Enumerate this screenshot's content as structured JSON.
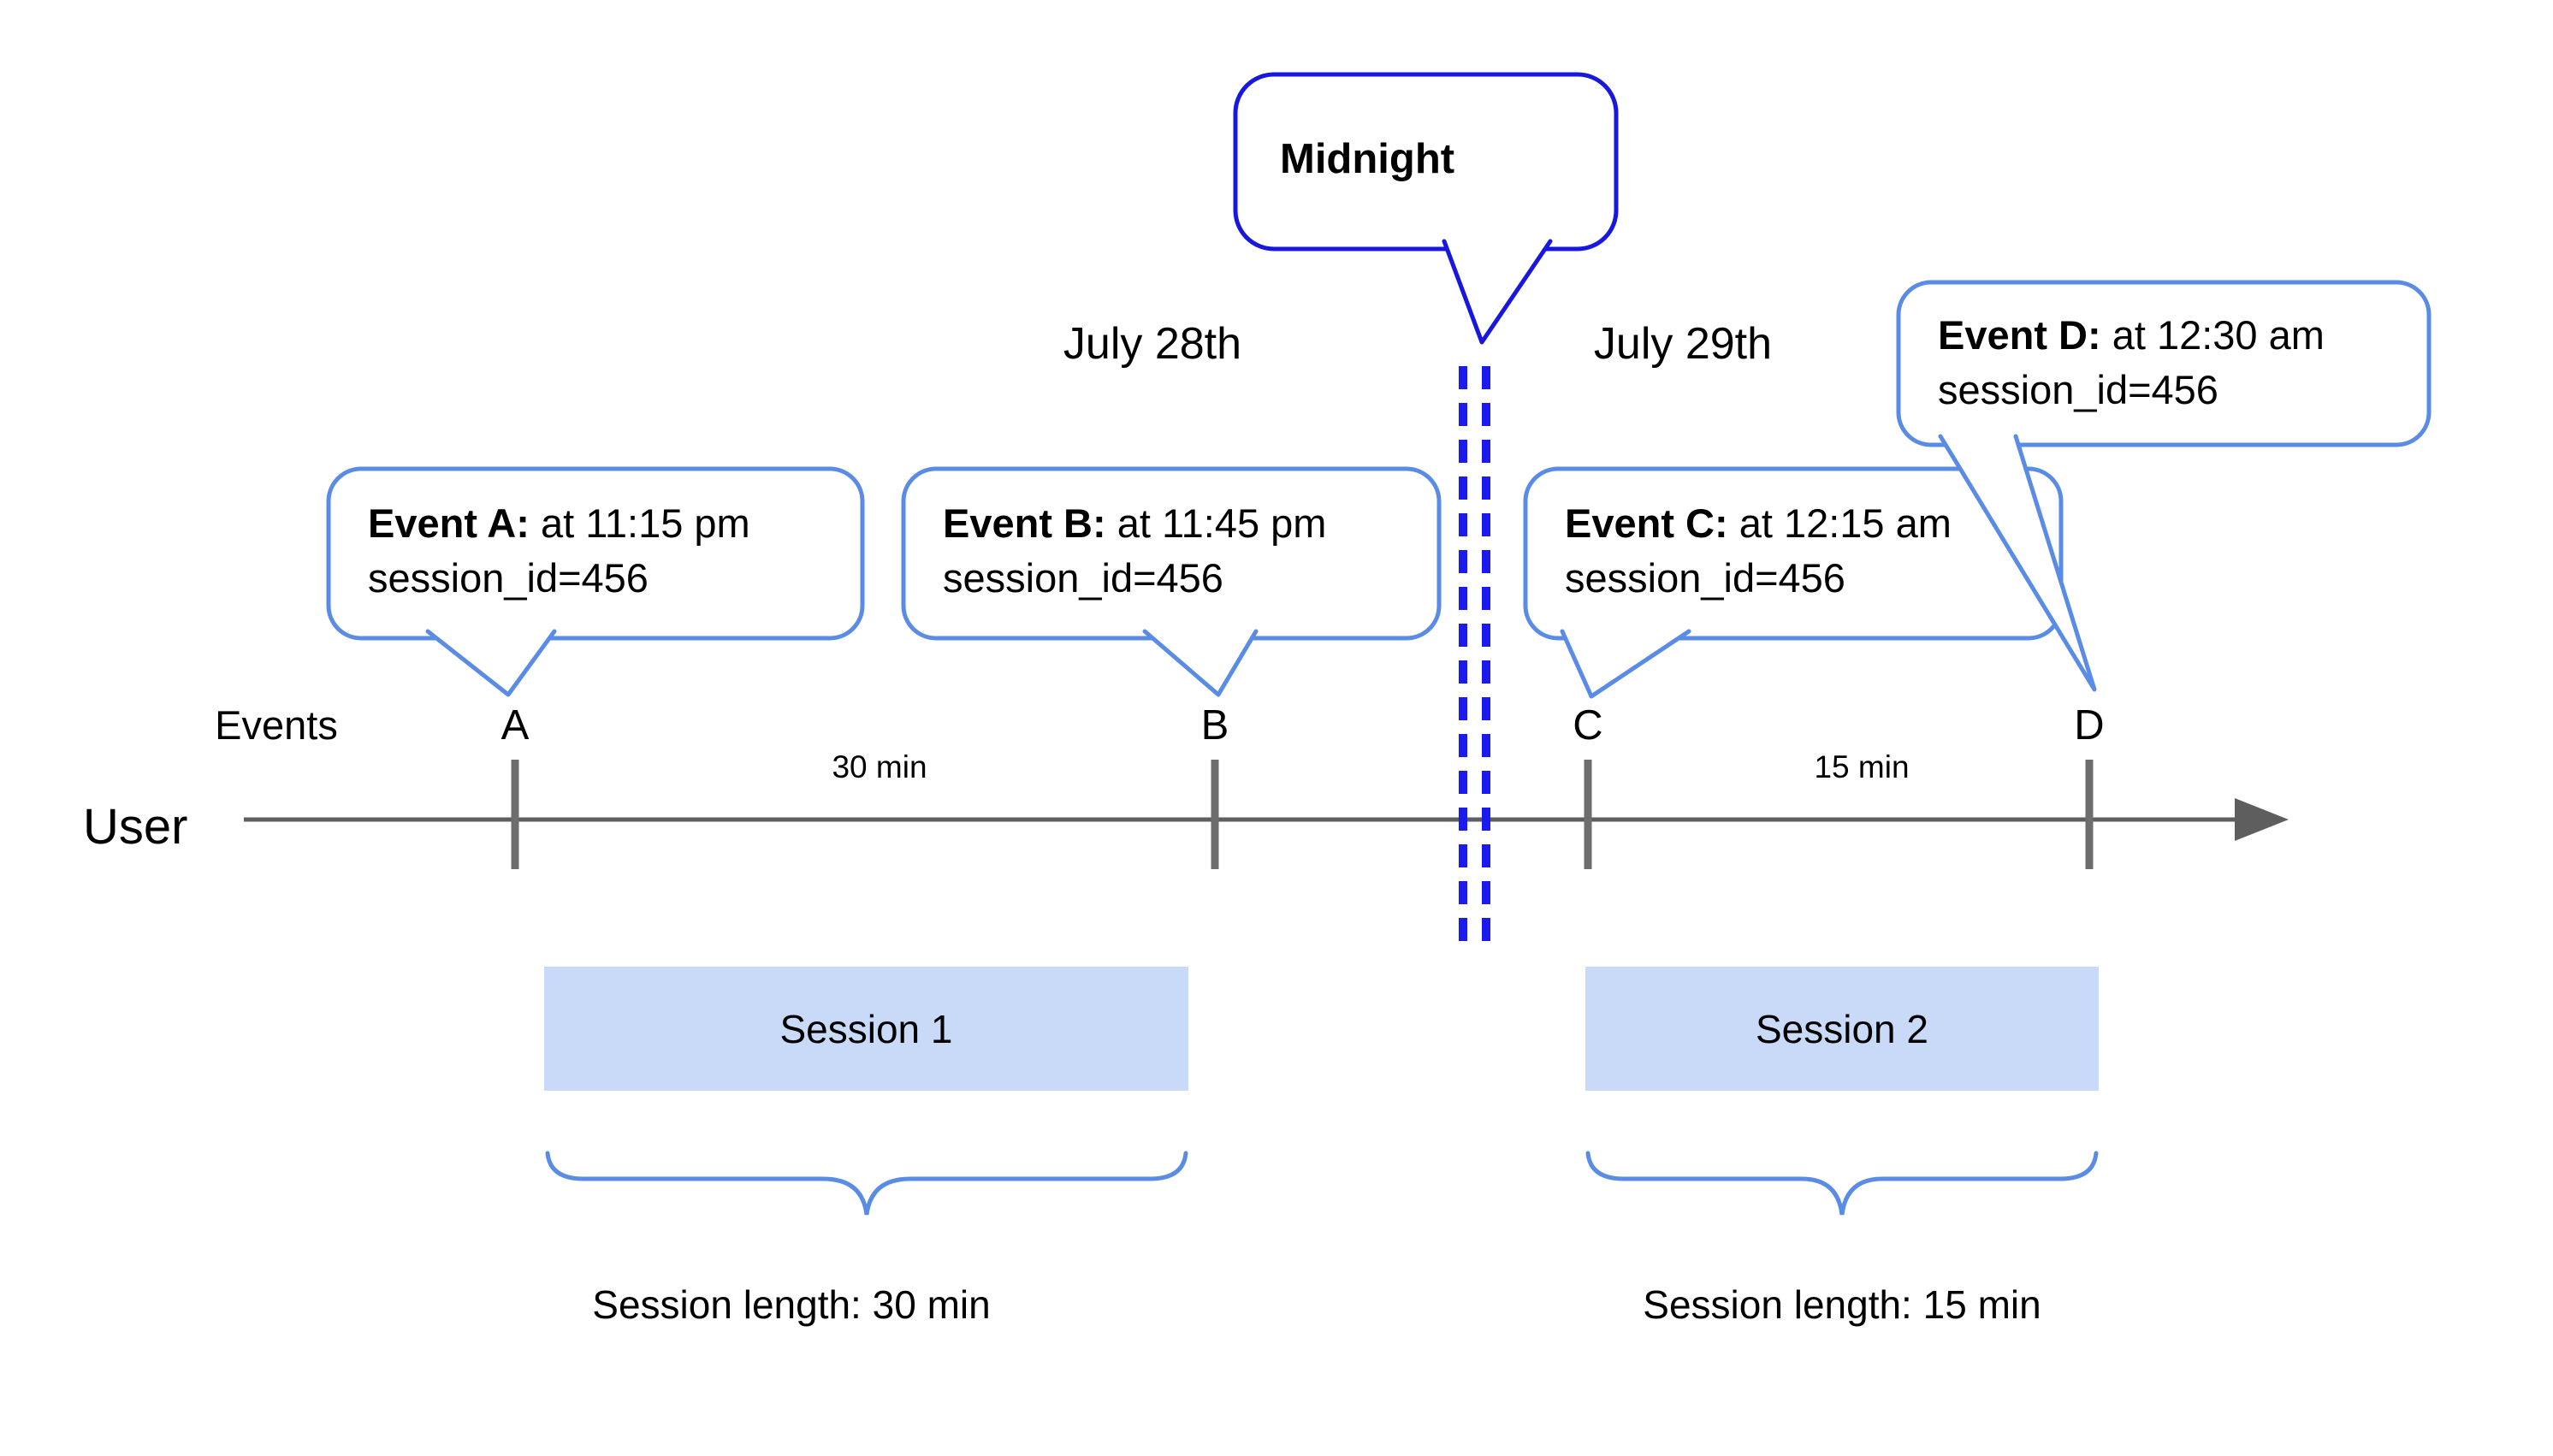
{
  "midnight": {
    "label": "Midnight"
  },
  "dates": {
    "day_left": "July 28th",
    "day_right": "July 29th"
  },
  "events": [
    {
      "marker": "A",
      "title": "Event A:",
      "time": " at 11:15 pm",
      "session": "session_id=456"
    },
    {
      "marker": "B",
      "title": "Event B:",
      "time": " at 11:45 pm",
      "session": "session_id=456"
    },
    {
      "marker": "C",
      "title": "Event C:",
      "time": " at 12:15 am",
      "session": "session_id=456"
    },
    {
      "marker": "D",
      "title": "Event D:",
      "time": " at 12:30 am",
      "session": "session_id=456"
    }
  ],
  "timeline": {
    "events_label": "Events",
    "user_label": "User",
    "interval_ab": "30 min",
    "interval_cd": "15 min"
  },
  "sessions": [
    {
      "label": "Session 1",
      "length": "Session length: 30 min"
    },
    {
      "label": "Session 2",
      "length": "Session length: 15 min"
    }
  ],
  "colors": {
    "bubble_border": "#5a8ce6",
    "midnight_blue": "#1717e0",
    "dashed_line_blue": "#1b1bf0",
    "session_fill": "#c9daf8",
    "axis_gray": "#5e5e5e",
    "tick_gray": "#6d6d6d",
    "text_black": "#000000"
  }
}
